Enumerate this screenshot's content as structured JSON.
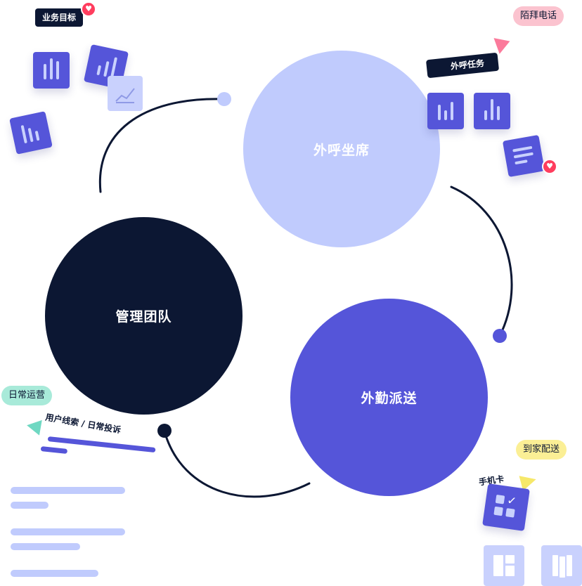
{
  "circles": {
    "seat": "外呼坐席",
    "management": "管理团队",
    "field": "外勤派送"
  },
  "tags": {
    "business_goal": "业务目标",
    "stranger_call": "陌拜电话",
    "outbound_task": "外呼任务",
    "daily_ops": "日常运营",
    "user_leads": "用户线索 / 日常投诉",
    "home_delivery": "到家配送",
    "phone_card": "手机卡"
  },
  "colors": {
    "navy": "#0c1733",
    "indigo": "#5555d9",
    "periwinkle": "#c0cbfd",
    "pink_tag": "#fbc3cf",
    "mint_tag": "#a8ead9",
    "yellow_tag": "#fbef95",
    "heart": "#ff3d5e"
  },
  "icons": [
    "bar-chart-icon",
    "line-chart-icon",
    "document-icon",
    "heart-icon",
    "flag-icon",
    "check-grid-icon",
    "layout-icon",
    "map-icon"
  ]
}
